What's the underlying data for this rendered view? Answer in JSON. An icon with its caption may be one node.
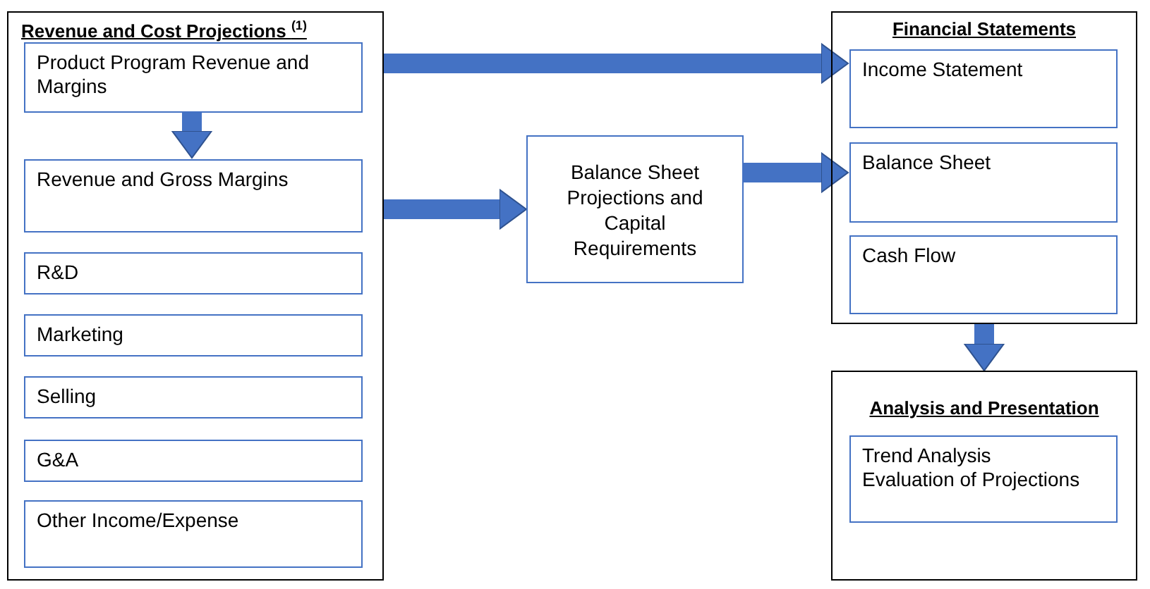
{
  "diagram": {
    "nodes": [
      {
        "text": [
          "Revenue and Cost Projections $^{(1)}$"
        ]
      },
      {
        "text": [
          "Product Program Revenue and Margins"
        ],
        "in": 0
      },
      {
        "text": [
          "Revenue and Gross Margins"
        ],
        "in": 0
      },
      {
        "text": [
          "R&D"
        ],
        "in": 0
      },
      {
        "text": [
          "Marketing"
        ],
        "in": 0
      },
      {
        "text": [
          "Selling"
        ],
        "in": 0
      },
      {
        "text": [
          "G&A"
        ],
        "in": 0
      },
      {
        "text": [
          "Other Income/Expense"
        ],
        "in": 0
      },
      {
        "text": [
          "Balance Sheet Projections and Capital Requirements"
        ]
      },
      {
        "text": [
          "Financial Statements"
        ]
      },
      {
        "text": [
          "Income Statement"
        ],
        "in": 9
      },
      {
        "text": [
          "Balance Sheet"
        ],
        "in": 9
      },
      {
        "text": [
          "Cash Flow"
        ],
        "in": 9
      },
      {
        "text": [
          "Analysis and Presentation"
        ]
      },
      {
        "text": [
          "Trend Analysis",
          "Evaluation of Projections"
        ],
        "in": 13
      }
    ],
    "edges": [
      {
        "from": 1,
        "to": 2,
        "arrow": "to"
      },
      {
        "from": 0,
        "to": 10,
        "arrow": "to"
      },
      {
        "from": 0,
        "to": 8,
        "arrow": "to"
      },
      {
        "from": 8,
        "to": 11,
        "arrow": "to"
      },
      {
        "from": 9,
        "to": 13,
        "arrow": "to"
      }
    ]
  }
}
